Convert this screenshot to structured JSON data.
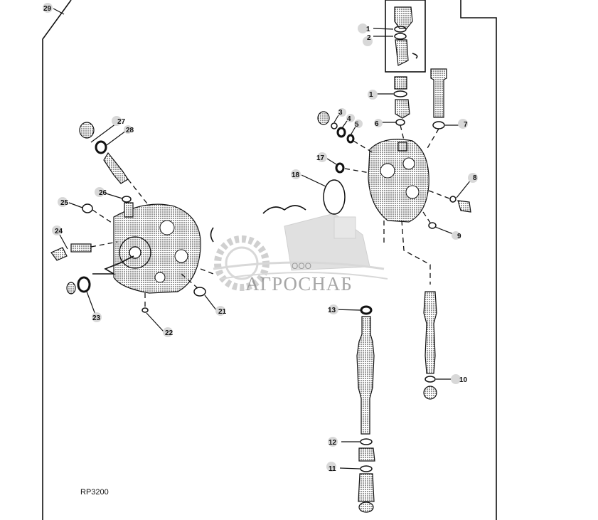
{
  "drawing": {
    "code": "RP3200",
    "callouts": [
      "1",
      "2",
      "3",
      "4",
      "5",
      "6",
      "7",
      "8",
      "9",
      "10",
      "11",
      "12",
      "13",
      "17",
      "18",
      "21",
      "22",
      "23",
      "24",
      "25",
      "26",
      "27",
      "28",
      "29"
    ]
  },
  "watermark": {
    "company_prefix": "ООО",
    "company_name": "АГРОСНАБ"
  }
}
